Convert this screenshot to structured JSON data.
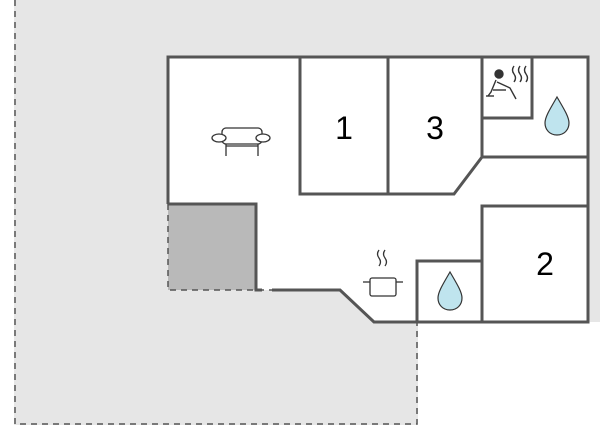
{
  "floorplan": {
    "rooms": [
      {
        "id": "bedroom-1",
        "label": "1"
      },
      {
        "id": "bedroom-2",
        "label": "2"
      },
      {
        "id": "bedroom-3",
        "label": "3"
      }
    ],
    "icons": [
      {
        "name": "sofa-icon",
        "room": "living-room"
      },
      {
        "name": "sauna-icon",
        "room": "sauna"
      },
      {
        "name": "water-drop-icon",
        "room": "bathroom-upper"
      },
      {
        "name": "cooking-pot-icon",
        "room": "kitchen"
      },
      {
        "name": "water-drop-icon",
        "room": "bathroom-lower"
      }
    ],
    "colors": {
      "outdoor_area": "#e6e6e6",
      "covered_terrace": "#b9b9b9",
      "interior": "#ffffff",
      "wall": "#555555",
      "water_drop": "#bfe4ee"
    }
  }
}
